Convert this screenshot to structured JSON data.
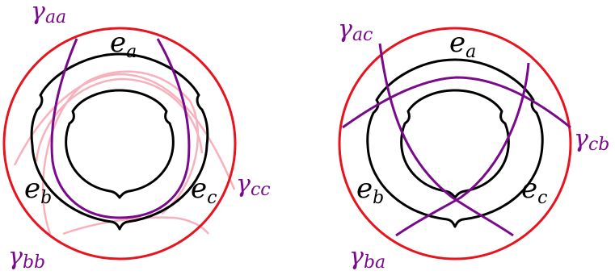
{
  "left_diagram": {
    "edges": {
      "e_a": {
        "base": "e",
        "sub": "a"
      },
      "e_b": {
        "base": "e",
        "sub": "b"
      },
      "e_c": {
        "base": "e",
        "sub": "c"
      }
    },
    "curves": {
      "gamma_aa": {
        "base": "γ",
        "sub": "aa"
      },
      "gamma_bb": {
        "base": "γ",
        "sub": "bb"
      },
      "gamma_cc": {
        "base": "γ",
        "sub": "cc"
      }
    }
  },
  "right_diagram": {
    "edges": {
      "e_a": {
        "base": "e",
        "sub": "a"
      },
      "e_b": {
        "base": "e",
        "sub": "b"
      },
      "e_c": {
        "base": "e",
        "sub": "c"
      }
    },
    "curves": {
      "gamma_ac": {
        "base": "γ",
        "sub": "ac"
      },
      "gamma_cb": {
        "base": "γ",
        "sub": "cb"
      },
      "gamma_ba": {
        "base": "γ",
        "sub": "ba"
      }
    }
  },
  "colors": {
    "boundary": "#e8131c",
    "edge": "#000000",
    "curve": "#7a0a8c",
    "faint_curve": "#f7b1bd"
  }
}
